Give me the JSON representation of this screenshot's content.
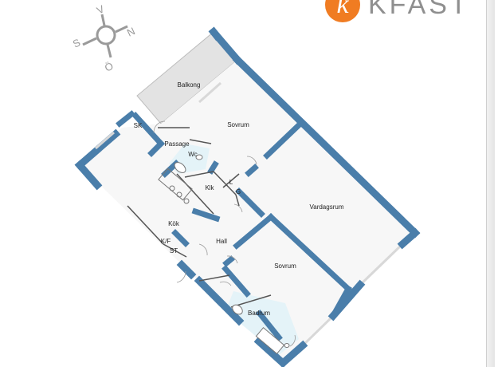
{
  "brand": {
    "mark": "k",
    "text": "KFAST"
  },
  "compass": {
    "letters": {
      "north": "N",
      "south": "S",
      "east": "Ö",
      "west": "V"
    }
  },
  "rooms": {
    "balkong": "Balkong",
    "sovrum_top": "Sovrum",
    "sk": "SK",
    "passage": "Passage",
    "wc": "Wc",
    "klk": "Klk",
    "l": "L",
    "g": "G",
    "vardagsrum": "Vardagsrum",
    "kok": "Kök",
    "kf": "K/F",
    "st": "ST",
    "hall": "Hall",
    "sovrum_bottom": "Sovrum",
    "badrum": "Badrum"
  },
  "colors": {
    "wall": "#4a7eaa",
    "floor": "#f7f7f7",
    "balcony": "#e3e3e3",
    "wet": "#e4f3f8",
    "inner_wall": "#555555",
    "brand_orange": "#f07c22",
    "compass": "#9a9a9a"
  }
}
